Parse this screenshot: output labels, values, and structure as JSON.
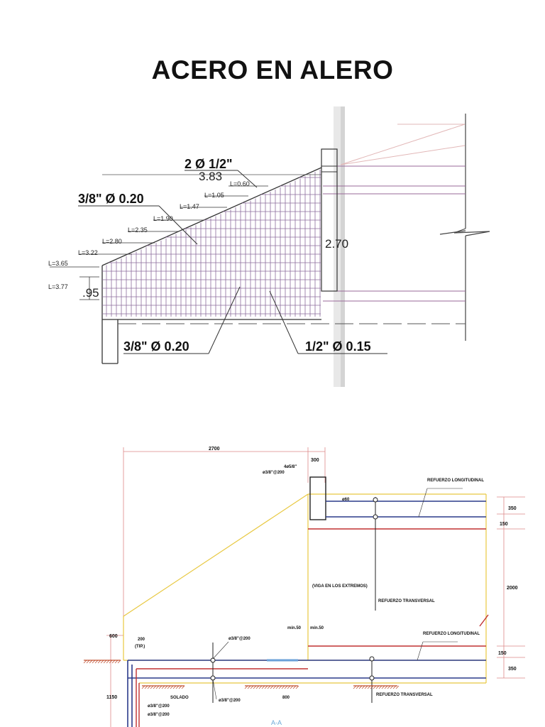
{
  "title": "ACERO EN ALERO",
  "top_drawing": {
    "top_bar_label": "2 Ø 1/2\"",
    "width_dim": "3.83",
    "left_bar_label": "3/8\" Ø 0.20",
    "height_dim": "2.70",
    "base_dim": ".95",
    "bottom_left_label": "3/8\" Ø 0.20",
    "bottom_right_label": "1/2\" Ø 0.15",
    "lengths": [
      "L=0.60",
      "L=1.05",
      "L=1.47",
      "L=1.90",
      "L=2.35",
      "L=2.80",
      "L=3.22",
      "L=3.65",
      "L=3.77"
    ]
  },
  "bottom_drawing": {
    "dim_top_width": "2700",
    "dim_top_wall": "300",
    "beam_bars": "4ø5/8\"",
    "beam_stirrups": "ø3/8\"@200",
    "beam_label_small": "ø60",
    "refuerzo_long_top": "REFUERZO LONGITUDINAL",
    "dim_350_top": "350",
    "dim_150_top": "150",
    "viga_label": "(VIGA EN LOS EXTREMOS)",
    "refuerzo_trans_mid": "REFUERZO TRANSVERSAL",
    "dim_2000": "2000",
    "min_label": "mín.50",
    "min_label_2": "mín.50",
    "refuerzo_long_bottom": "REFUERZO LONGITUDINAL",
    "dim_150_bottom": "150",
    "dim_350_bottom": "350",
    "dim_600": "600",
    "dim_200": "200",
    "tip_label": "(TIP.)",
    "slab_bar_top": "ø3/8\"@200",
    "solado_label": "SOLADO",
    "slab_bar_bottom": "ø3/8\"@200",
    "left_bar_1": "ø3/8\"@200",
    "left_bar_2": "ø3/8\"@200",
    "dim_800": "800",
    "refuerzo_trans_bottom": "REFUERZO TRANSVERSAL",
    "dim_1150": "1150",
    "section_label": "A-A"
  }
}
